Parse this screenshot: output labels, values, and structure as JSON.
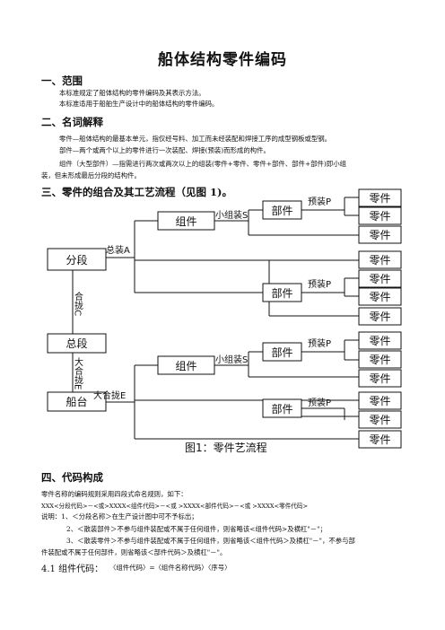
{
  "title": "船体结构零件编码",
  "sections": {
    "s1": {
      "heading": "一、范围",
      "lines": [
        "本标准规定了船体结构的零件编码及其表示方法。",
        "本标准适用于船舶生产设计中的船体结构的零件编码。"
      ]
    },
    "s2": {
      "heading": "二、名词解释",
      "lines": [
        "零件—船体结构的最基本单元，指仅经号料、加工而未经装配和焊接工序的成型钢板或型钢。",
        "部件—两个或两个以上的零件进行一次装配、焊接(预装)而形成的构件。",
        "组件（大型部件）—指需进行两次或两次以上的组装(零件+零件、零件+部件、部件+部件)即小组",
        "装，但未形成最后分段的结构件。"
      ]
    },
    "s3": {
      "heading": "三、零件的组合及其工艺流程（见图 1)。"
    },
    "s4": {
      "heading": "四、代码构成",
      "intro": "零件名称的编码规则采用四段式命名规则，如下：",
      "format": "XXX<分段代码>－<或>XXXX<组件代码>－<或 >XXXX<部件代码>－<或 >XXXX<零件代码>",
      "notes": [
        "说明：1、＜分段名称＞在生产设计图中可不予标出；",
        "2、＜散装部件＞不参与组件装配或不属于任何组件，则省略该<组件代码>及横杠\"－\"；",
        "3、＜散装零件＞不参与组件装配或不属于任何组件，则省略该＜组件代码＞及横杠\"－\"，不参与部",
        "件装配或不属于任何部件，则省略该＜部件代码＞及横杠\"－\"。"
      ],
      "sub_label": "4.1  组件代码：",
      "sub_formula": "〈组件代码〉=〈组件名称代码〉〈序号〉"
    }
  },
  "diagram": {
    "boxes": {
      "fenduan": "分段",
      "zongduan": "总段",
      "chuantai": "船台",
      "zujian": "组件",
      "bujian": "部件",
      "lingjian": "零件"
    },
    "labels": {
      "zongzhuang": "总装A",
      "heeduan": "合拢C",
      "daheeduan": "大合拢E",
      "dahelong": "大合拢E",
      "xiaozuzhuang": "小组装S",
      "yuzhuang": "预装P"
    },
    "caption": "图1：零件艺流程"
  }
}
